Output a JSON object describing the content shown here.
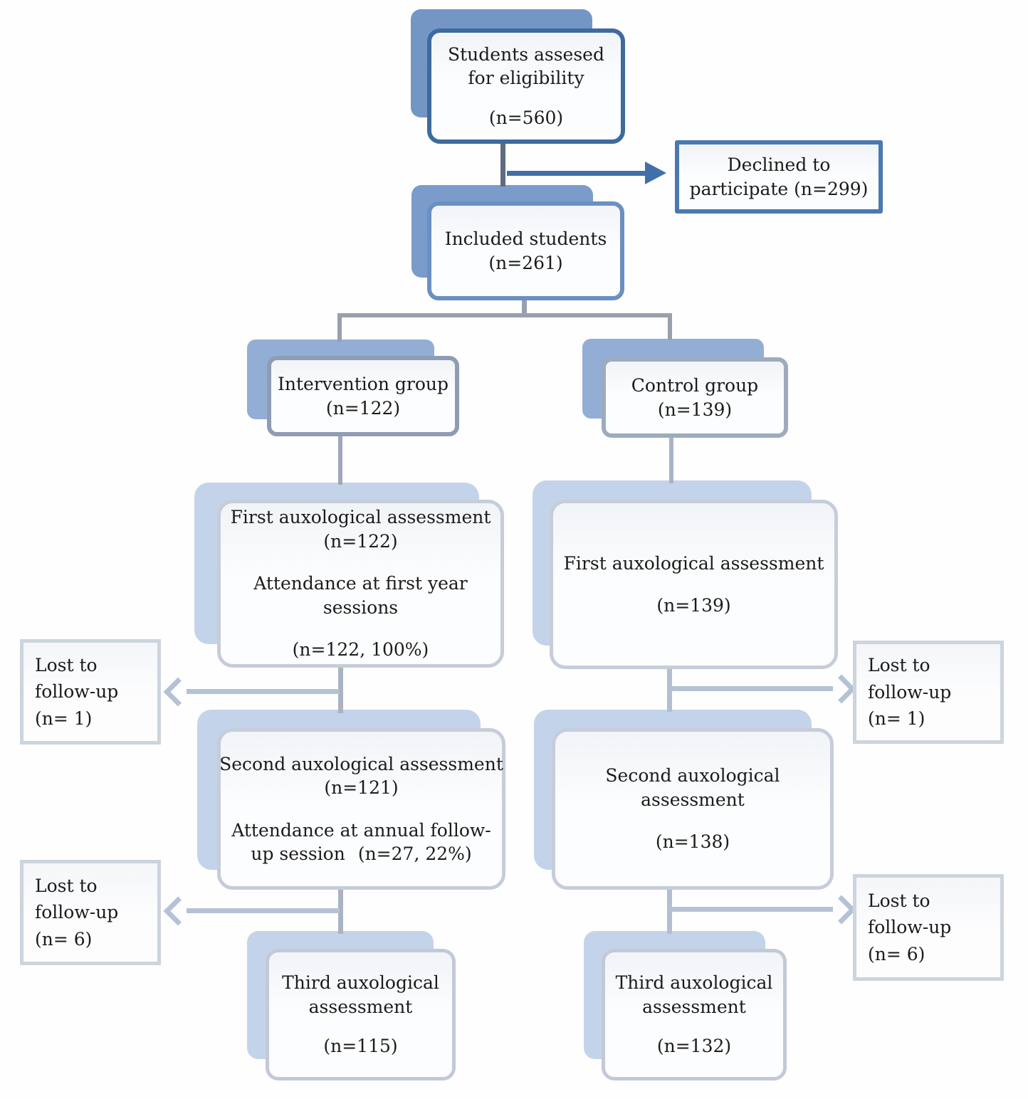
{
  "diagram": {
    "kind": "study-participant-flowchart",
    "colors": {
      "top_box_border": "#3e6a9e",
      "declined_box_border": "#4a79b0",
      "included_box_border": "#6b8fc0",
      "group_box_border": "#8e9cb4",
      "assessment_box_border": "#c6cdd9",
      "lost_box_border": "#ccd4de",
      "shadow_dark_blue": "#7496c4",
      "shadow_medium_blue": "#93aed5",
      "shadow_light_blue": "#c3d4ea",
      "arrow_blue": "#4070a8",
      "connector_gray": "#98a0ae",
      "connector_light": "#b5c2d6",
      "text": "#1b1b1b"
    }
  },
  "nodes": {
    "students": {
      "text": "Students assesed for eligibility",
      "n": "(n=560)"
    },
    "declined": {
      "text": "Declined to participate (n=299)"
    },
    "included": {
      "text": "Included students",
      "n": "(n=261)"
    },
    "intervention": {
      "text": "Intervention group",
      "n": "(n=122)"
    },
    "control": {
      "text": "Control group",
      "n": "(n=139)"
    },
    "first_intervention": {
      "title": "First auxological assessment",
      "n": "(n=122)",
      "note": "Attendance at first year sessions",
      "note_n": "(n=122, 100%)"
    },
    "first_control": {
      "title": "First auxological assessment",
      "n": "(n=139)"
    },
    "lost_intervention_1": {
      "line1": "Lost to",
      "line2": "follow-up",
      "line3": "(n= 1)"
    },
    "lost_control_1": {
      "line1": "Lost to",
      "line2": "follow-up",
      "line3": "(n= 1)"
    },
    "second_intervention": {
      "title": "Second auxological assessment",
      "n": "(n=121)",
      "note": "Attendance at annual follow-up session",
      "note_n": "(n=27, 22%)"
    },
    "second_control": {
      "title": "Second auxological assessment",
      "n": "(n=138)"
    },
    "lost_intervention_2": {
      "line1": "Lost to",
      "line2": "follow-up",
      "line3": "(n= 6)"
    },
    "lost_control_2": {
      "line1": "Lost to",
      "line2": "follow-up",
      "line3": "(n= 6)"
    },
    "third_intervention": {
      "title": "Third auxological assessment",
      "n": "(n=115)"
    },
    "third_control": {
      "title": "Third auxological assessment",
      "n": "(n=132)"
    }
  }
}
